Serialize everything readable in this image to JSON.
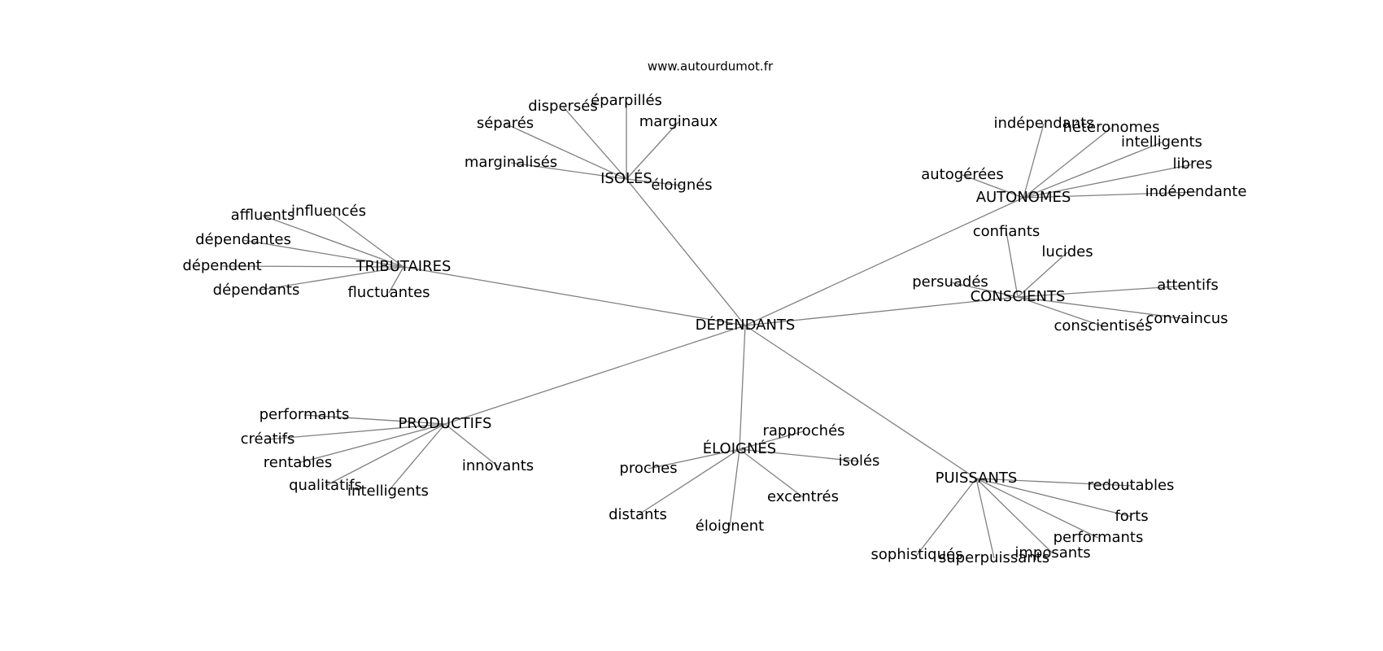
{
  "site_label": "www.autourdumot.fr",
  "diagram": {
    "root": "DÉPENDANTS",
    "hubs": [
      {
        "id": "isoles",
        "label": "ISOLÉS",
        "words": [
          "séparés",
          "dispersés",
          "éparpillés",
          "marginaux",
          "marginalisés",
          "éloignés"
        ]
      },
      {
        "id": "autonomes",
        "label": "AUTONOMES",
        "words": [
          "indépendants",
          "hétéronomes",
          "intelligents",
          "libres",
          "autogérées",
          "indépendante"
        ]
      },
      {
        "id": "tributaires",
        "label": "TRIBUTAIRES",
        "words": [
          "affluents",
          "influencés",
          "dépendantes",
          "dépendent",
          "dépendants",
          "fluctuantes"
        ]
      },
      {
        "id": "conscients",
        "label": "CONSCIENTS",
        "words": [
          "confiants",
          "lucides",
          "persuadés",
          "attentifs",
          "convaincus",
          "conscientisés"
        ]
      },
      {
        "id": "productifs",
        "label": "PRODUCTIFS",
        "words": [
          "performants",
          "créatifs",
          "rentables",
          "qualitatifs",
          "intelligents",
          "innovants"
        ]
      },
      {
        "id": "eloignes",
        "label": "ÉLOIGNÉS",
        "words": [
          "rapprochés",
          "proches",
          "isolés",
          "excentrés",
          "distants",
          "éloignent"
        ]
      },
      {
        "id": "puissants",
        "label": "PUISSANTS",
        "words": [
          "redoutables",
          "forts",
          "performants",
          "imposants",
          "sophistiqués",
          "superpuissants"
        ]
      }
    ]
  }
}
